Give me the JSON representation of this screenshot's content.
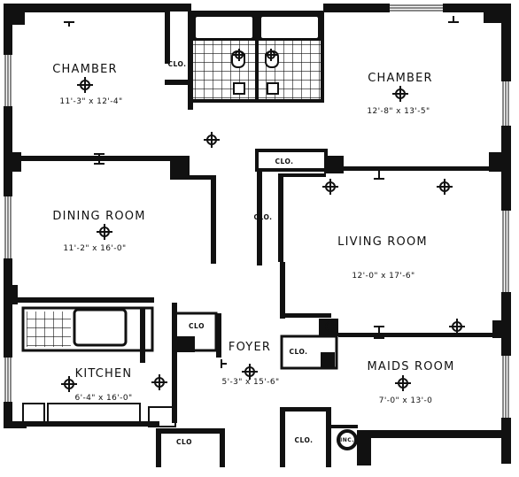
{
  "rooms": {
    "chamber_left": {
      "name": "CHAMBER",
      "dims": "11'-3\" x 12'-4\""
    },
    "chamber_right": {
      "name": "CHAMBER",
      "dims": "12'-8\" x 13'-5\""
    },
    "dining_room": {
      "name": "DINING ROOM",
      "dims": "11'-2\" x 16'-0\""
    },
    "living_room": {
      "name": "LIVING ROOM",
      "dims": "12'-0\" x 17'-6\""
    },
    "kitchen": {
      "name": "KITCHEN",
      "dims": "6'-4\" x 16'-0\""
    },
    "foyer": {
      "name": "FOYER",
      "dims": "5'-3\" x 15'-6\""
    },
    "maids_room": {
      "name": "MAIDS ROOM",
      "dims": "7'-0\" x 13'-0"
    }
  },
  "closets": {
    "top": "CLO.",
    "hall_upper": "CLO.",
    "hall_mid": "CLO.",
    "kitchen_side": "CLO",
    "foyer_right": "CLO.",
    "bottom_left": "CLO",
    "bottom_right": "CLO."
  },
  "incinerator": "INC."
}
